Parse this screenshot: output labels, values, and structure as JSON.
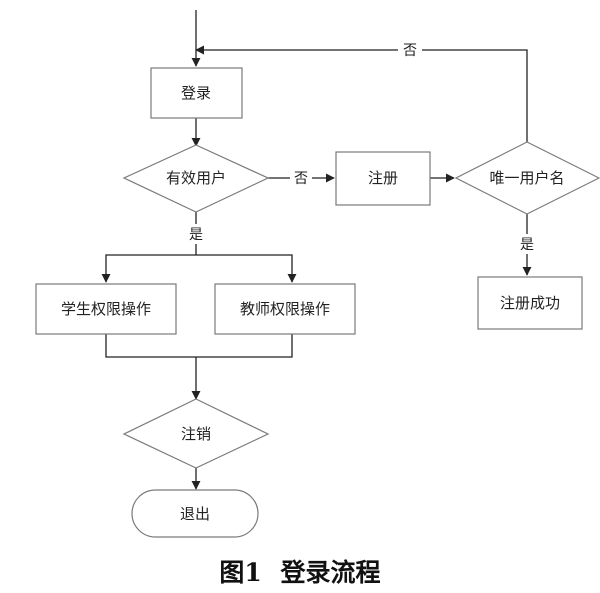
{
  "nodes": {
    "login": "登录",
    "valid_user": "有效用户",
    "register": "注册",
    "unique_username": "唯一用户名",
    "register_success": "注册成功",
    "student_ops": "学生权限操作",
    "teacher_ops": "教师权限操作",
    "logout": "注销",
    "exit": "退出"
  },
  "edges": {
    "valid_no": "否",
    "valid_yes": "是",
    "unique_no": "否",
    "unique_yes": "是"
  },
  "caption": {
    "figure_no": "图1",
    "title": "登录流程"
  }
}
